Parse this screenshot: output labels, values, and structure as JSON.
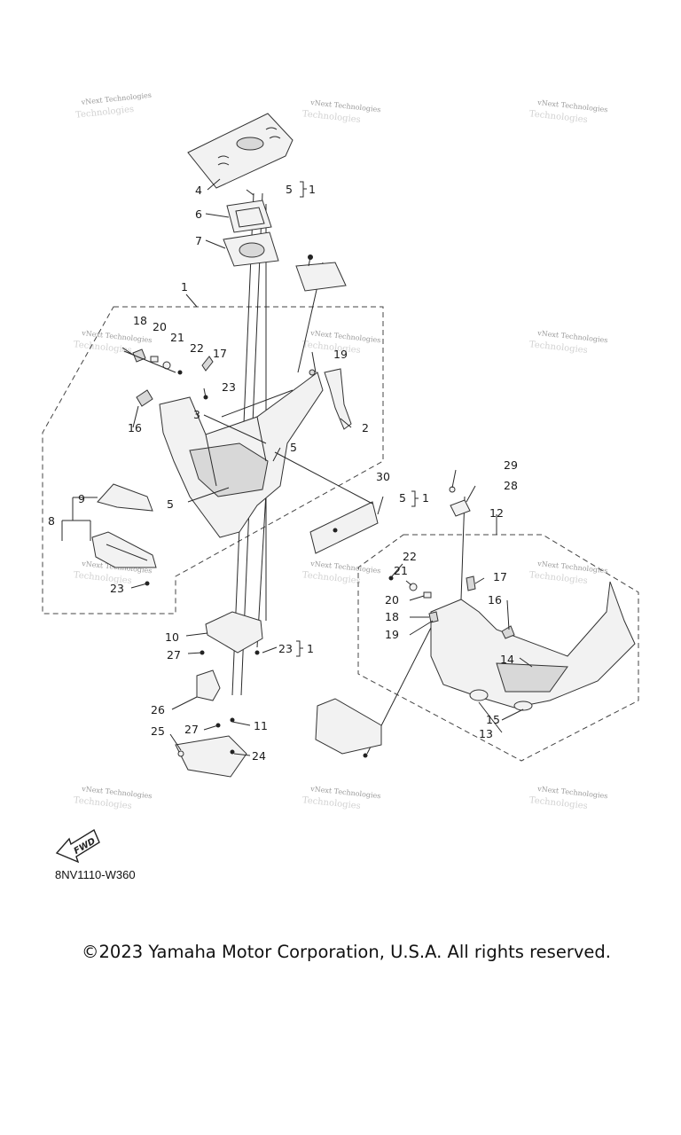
{
  "diagram_code": "8NV1110-W360",
  "copyright": "©2023 Yamaha Motor Corporation, U.S.A. All rights reserved.",
  "fwd_label": "FWD",
  "watermark": {
    "line1": "vNext Technologies",
    "line2": "Technologies"
  },
  "callouts": [
    "1",
    "2",
    "3",
    "4",
    "5",
    "6",
    "7",
    "8",
    "9",
    "10",
    "11",
    "12",
    "13",
    "14",
    "15",
    "16",
    "17",
    "18",
    "19",
    "20",
    "21",
    "22",
    "23",
    "24",
    "25",
    "26",
    "27",
    "28",
    "29",
    "30"
  ]
}
